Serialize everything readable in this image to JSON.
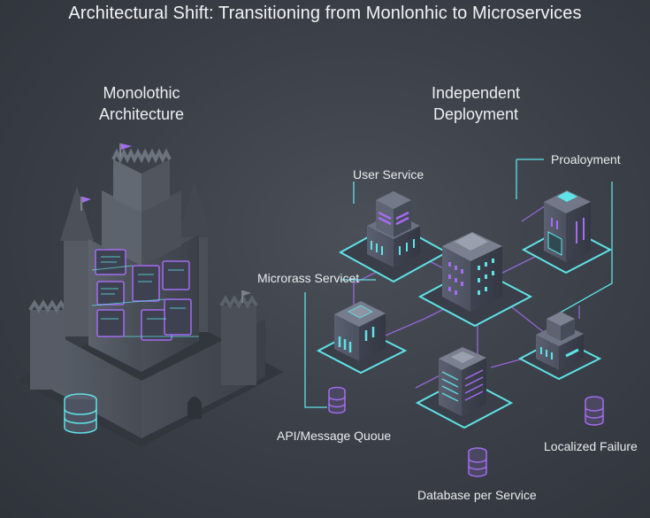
{
  "title": "Architectural Shift: Transitioning from Monlonhic to Microservices",
  "left_heading": {
    "line1": "Monolothic",
    "line2": "Architecture"
  },
  "right_heading": {
    "line1": "Independent",
    "line2": "Deployment"
  },
  "labels": {
    "user_service": "User Service",
    "proaloyment": "Proaloyment",
    "microservice": "Microrass Servicet",
    "queue": "API/Message Quoue",
    "localized_failure": "Localized Failure",
    "db_per_service": "Database per Service"
  },
  "colors": {
    "accent_purple": "#a46cf0",
    "accent_cyan": "#5fe3e8",
    "background": "#3a3e46"
  }
}
